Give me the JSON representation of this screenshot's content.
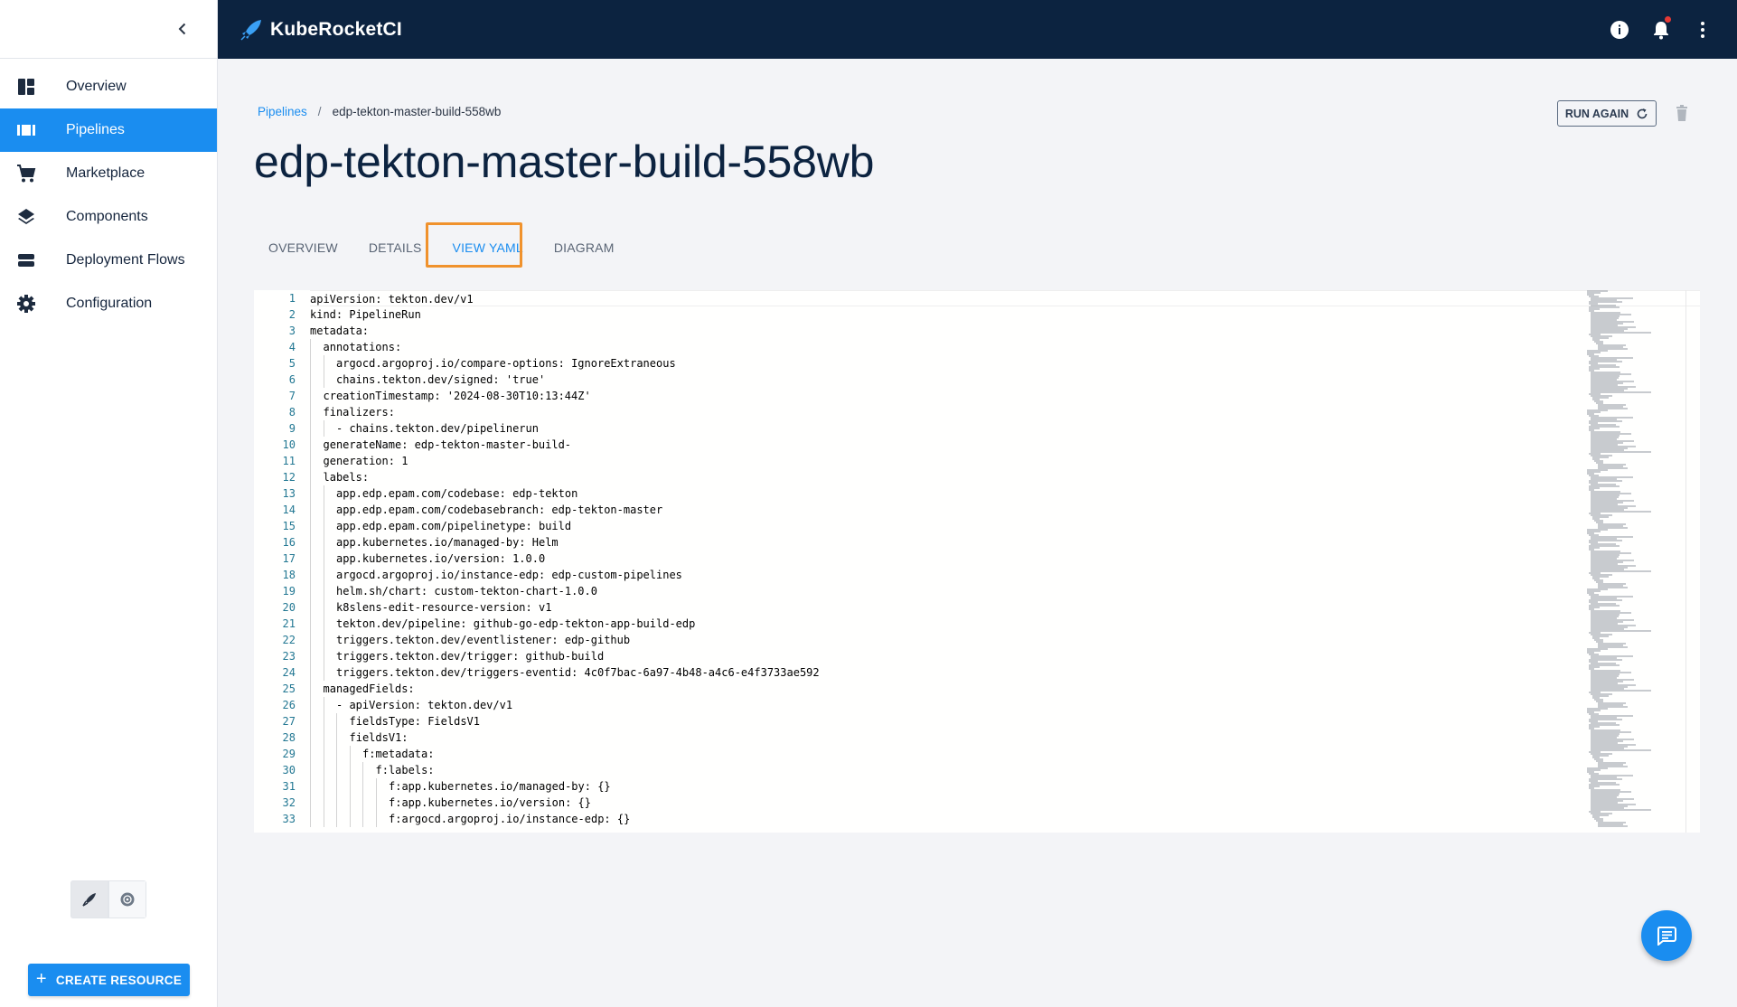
{
  "app": {
    "title": "KubeRocketCI"
  },
  "sidebar": {
    "items": [
      {
        "label": "Overview",
        "icon": "dashboard-icon",
        "active": false
      },
      {
        "label": "Pipelines",
        "icon": "pipelines-icon",
        "active": true
      },
      {
        "label": "Marketplace",
        "icon": "cart-icon",
        "active": false
      },
      {
        "label": "Components",
        "icon": "layers-icon",
        "active": false
      },
      {
        "label": "Deployment Flows",
        "icon": "storage-icon",
        "active": false
      },
      {
        "label": "Configuration",
        "icon": "gear-icon",
        "active": false
      }
    ],
    "create_label": "CREATE RESOURCE"
  },
  "breadcrumb": {
    "parent": "Pipelines",
    "separator": "/",
    "current": "edp-tekton-master-build-558wb"
  },
  "page": {
    "title": "edp-tekton-master-build-558wb",
    "run_again_label": "RUN AGAIN"
  },
  "tabs": [
    {
      "label": "OVERVIEW",
      "active": false
    },
    {
      "label": "DETAILS",
      "active": false
    },
    {
      "label": "VIEW YAML",
      "active": true
    },
    {
      "label": "DIAGRAM",
      "active": false
    }
  ],
  "colors": {
    "accent": "#1a8df0",
    "topbar": "#0c2340",
    "highlight": "#f0922d",
    "notification": "#e53935"
  },
  "yaml": [
    {
      "n": "1",
      "indent": 0,
      "text": "apiVersion: tekton.dev/v1"
    },
    {
      "n": "2",
      "indent": 0,
      "text": "kind: PipelineRun"
    },
    {
      "n": "3",
      "indent": 0,
      "text": "metadata:"
    },
    {
      "n": "4",
      "indent": 1,
      "text": "annotations:"
    },
    {
      "n": "5",
      "indent": 2,
      "text": "argocd.argoproj.io/compare-options: IgnoreExtraneous"
    },
    {
      "n": "6",
      "indent": 2,
      "text": "chains.tekton.dev/signed: 'true'"
    },
    {
      "n": "7",
      "indent": 1,
      "text": "creationTimestamp: '2024-08-30T10:13:44Z'"
    },
    {
      "n": "8",
      "indent": 1,
      "text": "finalizers:"
    },
    {
      "n": "9",
      "indent": 2,
      "text": "- chains.tekton.dev/pipelinerun"
    },
    {
      "n": "10",
      "indent": 1,
      "text": "generateName: edp-tekton-master-build-"
    },
    {
      "n": "11",
      "indent": 1,
      "text": "generation: 1"
    },
    {
      "n": "12",
      "indent": 1,
      "text": "labels:"
    },
    {
      "n": "13",
      "indent": 2,
      "text": "app.edp.epam.com/codebase: edp-tekton"
    },
    {
      "n": "14",
      "indent": 2,
      "text": "app.edp.epam.com/codebasebranch: edp-tekton-master"
    },
    {
      "n": "15",
      "indent": 2,
      "text": "app.edp.epam.com/pipelinetype: build"
    },
    {
      "n": "16",
      "indent": 2,
      "text": "app.kubernetes.io/managed-by: Helm"
    },
    {
      "n": "17",
      "indent": 2,
      "text": "app.kubernetes.io/version: 1.0.0"
    },
    {
      "n": "18",
      "indent": 2,
      "text": "argocd.argoproj.io/instance-edp: edp-custom-pipelines"
    },
    {
      "n": "19",
      "indent": 2,
      "text": "helm.sh/chart: custom-tekton-chart-1.0.0"
    },
    {
      "n": "20",
      "indent": 2,
      "text": "k8slens-edit-resource-version: v1"
    },
    {
      "n": "21",
      "indent": 2,
      "text": "tekton.dev/pipeline: github-go-edp-tekton-app-build-edp"
    },
    {
      "n": "22",
      "indent": 2,
      "text": "triggers.tekton.dev/eventlistener: edp-github"
    },
    {
      "n": "23",
      "indent": 2,
      "text": "triggers.tekton.dev/trigger: github-build"
    },
    {
      "n": "24",
      "indent": 2,
      "text": "triggers.tekton.dev/triggers-eventid: 4c0f7bac-6a97-4b48-a4c6-e4f3733ae592"
    },
    {
      "n": "25",
      "indent": 1,
      "text": "managedFields:"
    },
    {
      "n": "26",
      "indent": 2,
      "text": "- apiVersion: tekton.dev/v1"
    },
    {
      "n": "27",
      "indent": 3,
      "text": "fieldsType: FieldsV1"
    },
    {
      "n": "28",
      "indent": 3,
      "text": "fieldsV1:"
    },
    {
      "n": "29",
      "indent": 4,
      "text": "f:metadata:"
    },
    {
      "n": "30",
      "indent": 5,
      "text": "f:labels:"
    },
    {
      "n": "31",
      "indent": 6,
      "text": "f:app.kubernetes.io/managed-by: {}"
    },
    {
      "n": "32",
      "indent": 6,
      "text": "f:app.kubernetes.io/version: {}"
    },
    {
      "n": "33",
      "indent": 6,
      "text": "f:argocd.argoproj.io/instance-edp: {}"
    }
  ]
}
